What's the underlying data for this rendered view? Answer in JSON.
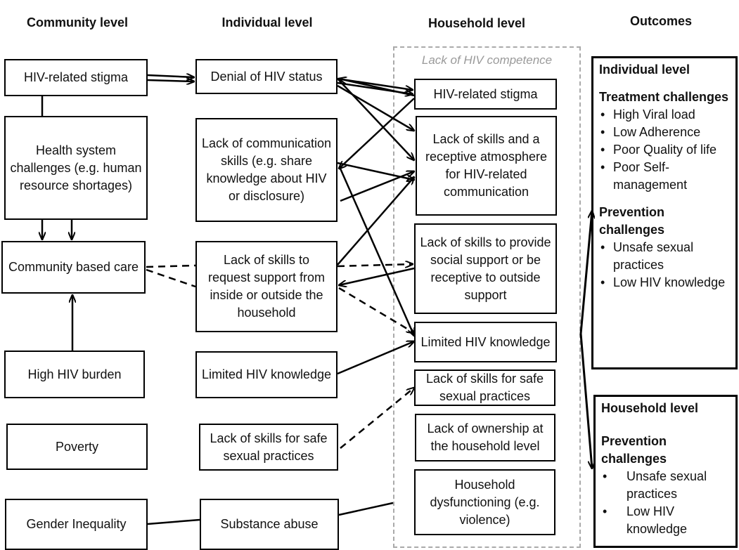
{
  "headers": {
    "community": "Community level",
    "individual": "Individual level",
    "household": "Household level",
    "outcomes": "Outcomes"
  },
  "household_region_label": "Lack of HIV competence",
  "community": {
    "stigma": "HIV-related stigma",
    "health_system": "Health system challenges (e.g. human resource shortages)",
    "community_care": "Community based care",
    "high_burden": "High HIV burden",
    "poverty": "Poverty",
    "gender": "Gender Inequality"
  },
  "individual": {
    "denial": "Denial of HIV status",
    "communication": "Lack of communication skills (e.g. share knowledge about HIV or disclosure)",
    "request_support": "Lack of skills to request support from inside or outside the household",
    "knowledge": "Limited HIV knowledge",
    "safe_sex": "Lack of skills for safe sexual practices",
    "substance": "Substance abuse"
  },
  "household": {
    "stigma": "HIV-related stigma",
    "comm_atmosphere": "Lack of skills and a receptive atmosphere for HIV-related communication",
    "social_support": "Lack of skills to provide social support or be receptive to outside support",
    "knowledge": "Limited HIV knowledge",
    "safe_sex": "Lack of skills for safe sexual practices",
    "ownership": "Lack of ownership at the household level",
    "dysfunction": "Household dysfunctioning (e.g. violence)"
  },
  "outcomes": {
    "individual": {
      "title": "Individual level",
      "treatment_title": "Treatment challenges",
      "treatment_items": [
        "High Viral load",
        "Low Adherence",
        "Poor Quality of life",
        "Poor Self-management"
      ],
      "prevention_title": "Prevention challenges",
      "prevention_items": [
        "Unsafe sexual practices",
        "Low HIV knowledge"
      ]
    },
    "household": {
      "title": "Household level",
      "prevention_title": "Prevention challenges",
      "prevention_items": [
        "Unsafe sexual practices",
        "Low HIV knowledge"
      ]
    }
  }
}
